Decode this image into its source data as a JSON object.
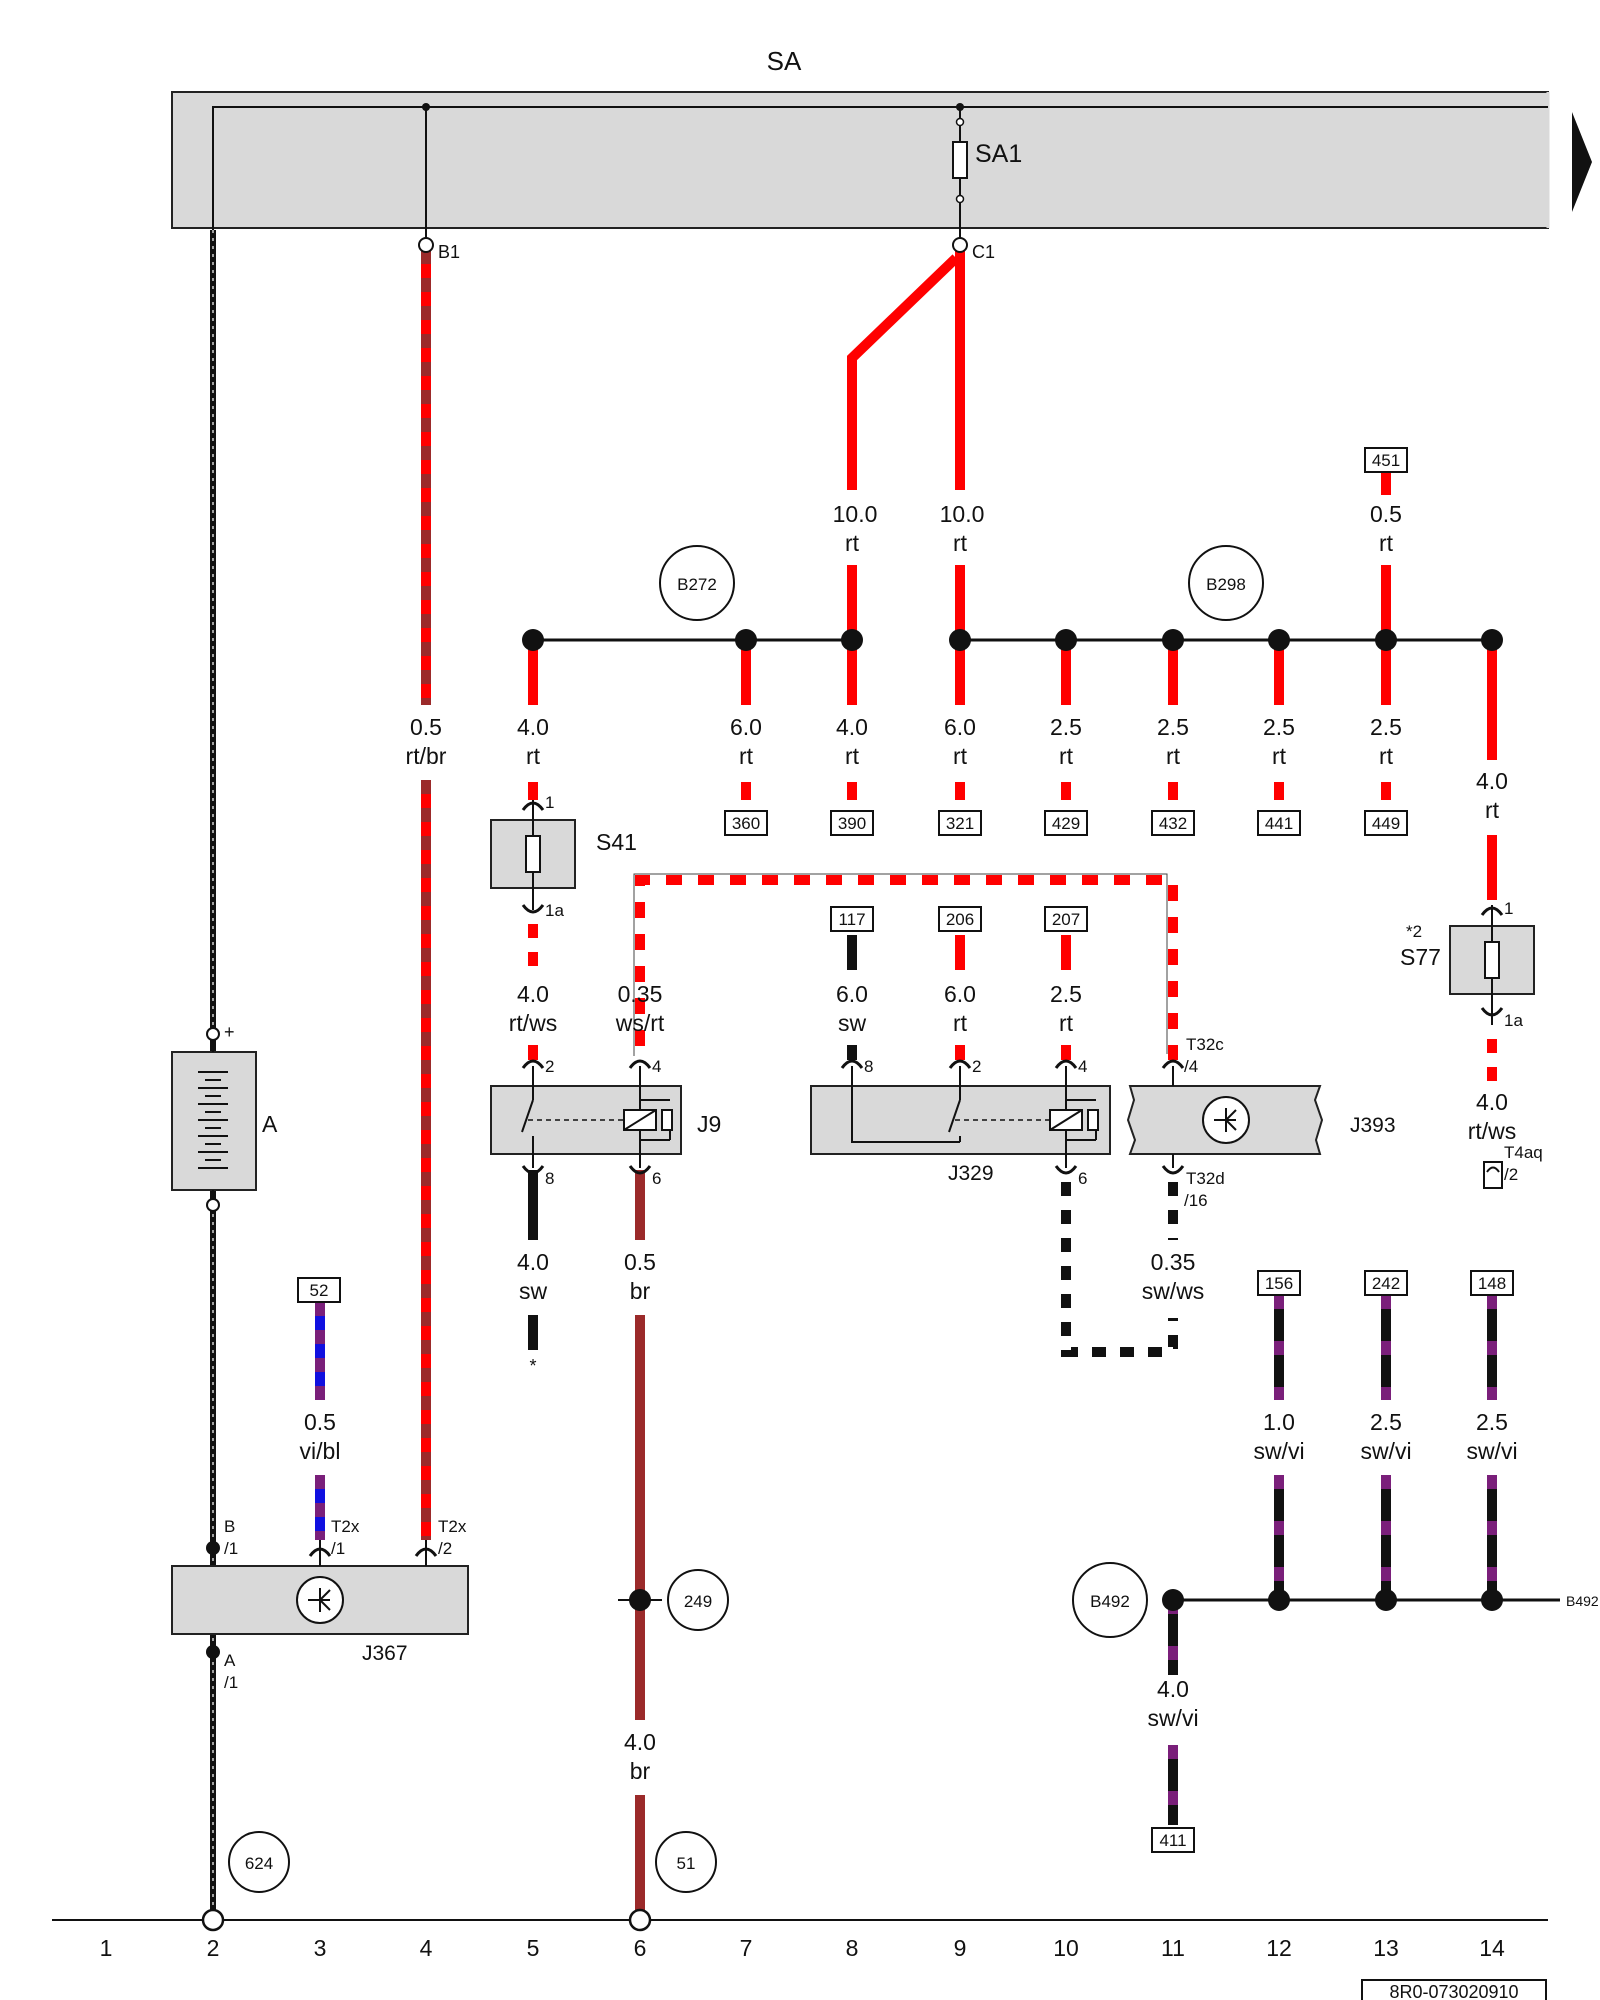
{
  "header": {
    "sa_label": "SA",
    "sa1_label": "SA1",
    "terminal_b1": "B1",
    "terminal_c1": "C1"
  },
  "components": {
    "battery": "A",
    "fuse_s41": "S41",
    "fuse_s77": "S77",
    "fuse_s77_note": "*2",
    "relay_j9": "J9",
    "relay_j329": "J329",
    "module_j393": "J393",
    "module_j367": "J367",
    "battery_plus": "+"
  },
  "circles": [
    "B272",
    "B298",
    "249",
    "B492",
    "624",
    "51"
  ],
  "boxes": [
    "451",
    "360",
    "390",
    "321",
    "429",
    "432",
    "441",
    "449",
    "117",
    "206",
    "207",
    "52",
    "156",
    "242",
    "148",
    "411"
  ],
  "wires": [
    {
      "gauge": "0.5",
      "color": "rt/br"
    },
    {
      "gauge": "10.0",
      "color": "rt"
    },
    {
      "gauge": "10.0",
      "color": "rt"
    },
    {
      "gauge": "0.5",
      "color": "rt"
    },
    {
      "gauge": "4.0",
      "color": "rt"
    },
    {
      "gauge": "6.0",
      "color": "rt"
    },
    {
      "gauge": "4.0",
      "color": "rt"
    },
    {
      "gauge": "6.0",
      "color": "rt"
    },
    {
      "gauge": "2.5",
      "color": "rt"
    },
    {
      "gauge": "2.5",
      "color": "rt"
    },
    {
      "gauge": "2.5",
      "color": "rt"
    },
    {
      "gauge": "2.5",
      "color": "rt"
    },
    {
      "gauge": "4.0",
      "color": "rt"
    },
    {
      "gauge": "4.0",
      "color": "rt/ws"
    },
    {
      "gauge": "0.35",
      "color": "ws/rt"
    },
    {
      "gauge": "6.0",
      "color": "sw"
    },
    {
      "gauge": "6.0",
      "color": "rt"
    },
    {
      "gauge": "2.5",
      "color": "rt"
    },
    {
      "gauge": "4.0",
      "color": "rt/ws"
    },
    {
      "gauge": "4.0",
      "color": "sw"
    },
    {
      "gauge": "0.5",
      "color": "br"
    },
    {
      "gauge": "0.35",
      "color": "sw/ws"
    },
    {
      "gauge": "0.5",
      "color": "vi/bl"
    },
    {
      "gauge": "1.0",
      "color": "sw/vi"
    },
    {
      "gauge": "2.5",
      "color": "sw/vi"
    },
    {
      "gauge": "2.5",
      "color": "sw/vi"
    },
    {
      "gauge": "4.0",
      "color": "br"
    },
    {
      "gauge": "4.0",
      "color": "sw/vi"
    }
  ],
  "pins": {
    "s41_1": "1",
    "s41_1a": "1a",
    "s77_1": "1",
    "s77_1a": "1a",
    "j9_2": "2",
    "j9_4": "4",
    "j9_8": "8",
    "j9_6": "6",
    "j329_8": "8",
    "j329_2": "2",
    "j329_4": "4",
    "j329_6": "6",
    "t32c": "T32c",
    "t32c_pin": "/4",
    "t32d": "T32d",
    "t32d_pin": "/16",
    "t4aq": "T4aq",
    "t4aq_pin": "/2",
    "b_conn": "B",
    "b_pin": "/1",
    "a_conn": "A",
    "a_pin": "/1",
    "t2x_1": "T2x",
    "t2x_1_pin": "/1",
    "t2x_2": "T2x",
    "t2x_2_pin": "/2",
    "asterisk": "*"
  },
  "right_ref": "B492",
  "columns": [
    "1",
    "2",
    "3",
    "4",
    "5",
    "6",
    "7",
    "8",
    "9",
    "10",
    "11",
    "12",
    "13",
    "14"
  ],
  "doc_id": "8R0-073020910",
  "colors": {
    "rt": "#ff0000",
    "br": "#9b2a2a",
    "sw": "#000000",
    "ws": "#ffffff",
    "vi": "#7a1f7a",
    "bl": "#1010e0",
    "housing": "#d9d9d9"
  }
}
